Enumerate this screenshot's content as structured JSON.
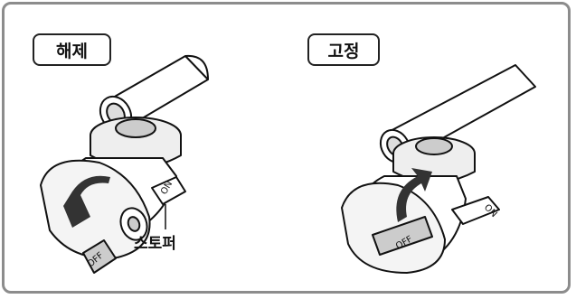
{
  "panels": {
    "release": {
      "label": "해제",
      "stopper_label": "스토퍼",
      "on_tag": "ON",
      "off_tag": "OFF"
    },
    "lock": {
      "label": "고정",
      "on_tag": "ON",
      "off_tag": "OFF"
    }
  }
}
